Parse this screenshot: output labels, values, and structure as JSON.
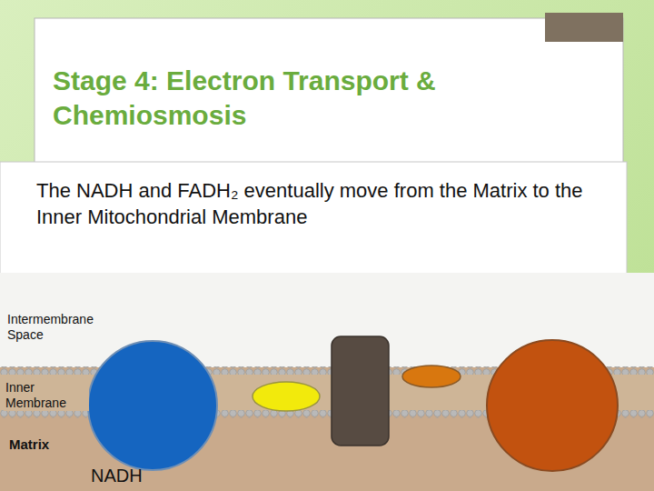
{
  "diagram": {
    "title": "Stage 4: Electron Transport & Chemiosmosis",
    "nodes": [
      {
        "text": [
          "The NADH and FADH₂ eventually move from the Matrix to the Inner Mitochondrial Membrane"
        ]
      }
    ],
    "labels": [
      "Intermembrane Space",
      "Inner Membrane",
      "Matrix",
      "NADH"
    ]
  }
}
